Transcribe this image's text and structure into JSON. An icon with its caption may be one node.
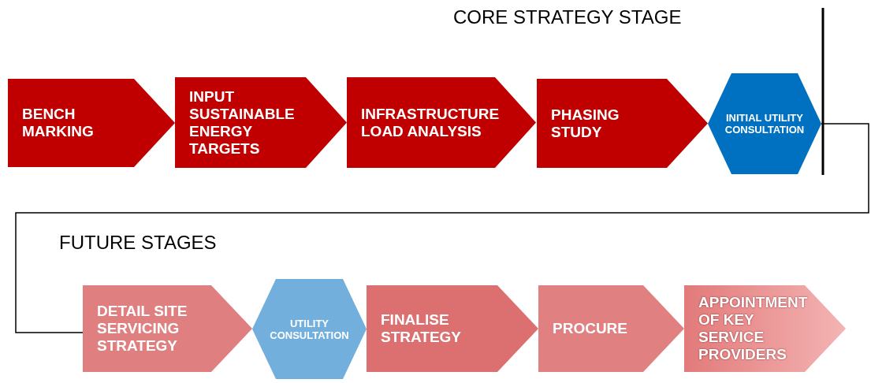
{
  "diagram": {
    "nodes": [
      {
        "text": [
          "BENCH MARKING"
        ]
      },
      {
        "text": [
          "INPUT SUSTAINABLE ENERGY TARGETS"
        ]
      },
      {
        "text": [
          "INFRASTRUCTURE LOAD ANALYSIS"
        ]
      },
      {
        "text": [
          "PHASING STUDY"
        ]
      },
      {
        "text": [
          "INITIAL UTILITY CONSULTATION"
        ]
      },
      {
        "text": [
          "DETAIL SITE SERVICING STRATEGY"
        ]
      },
      {
        "text": [
          "UTILITY CONSULTATION"
        ]
      },
      {
        "text": [
          "FINALISE STRATEGY"
        ]
      },
      {
        "text": [
          "PROCURE"
        ]
      },
      {
        "text": [
          "APPOINTMENT OF KEY SERVICE PROVIDERS"
        ]
      }
    ],
    "edges": [
      {
        "from": 4,
        "to": 5,
        "arrow": "none"
      }
    ],
    "labels": [
      "CORE STRATEGY STAGE",
      "FUTURE STAGES"
    ]
  }
}
